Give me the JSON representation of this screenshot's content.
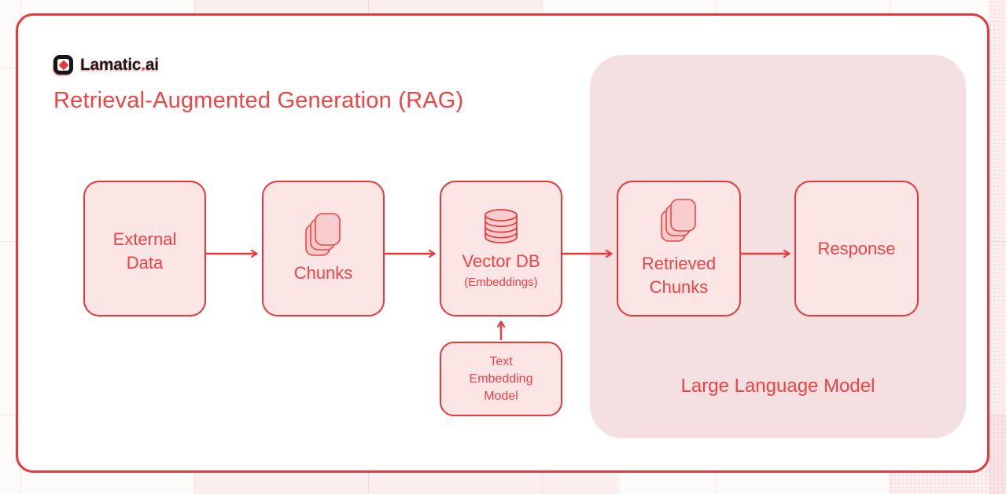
{
  "brand": {
    "name": "Lamatic",
    "dot": ".",
    "suffix": "ai",
    "icon": "lamatic-diamond-icon"
  },
  "title": "Retrieval-Augmented Generation (RAG)",
  "nodes": {
    "external_data": {
      "lines": [
        "External",
        "Data"
      ]
    },
    "chunks": {
      "label": "Chunks",
      "icon": "stacked-cards-icon"
    },
    "vector_db": {
      "label": "Vector DB",
      "sublabel": "(Embeddings)",
      "icon": "database-icon"
    },
    "retrieved_chunks": {
      "lines": [
        "Retrieved",
        "Chunks"
      ],
      "icon": "stacked-cards-icon"
    },
    "response": {
      "label": "Response"
    },
    "text_embedding_model": {
      "lines": [
        "Text",
        "Embedding",
        "Model"
      ]
    }
  },
  "container": {
    "label": "Large Language Model"
  },
  "edges": [
    {
      "from": "external_data",
      "to": "chunks"
    },
    {
      "from": "chunks",
      "to": "vector_db"
    },
    {
      "from": "vector_db",
      "to": "retrieved_chunks"
    },
    {
      "from": "retrieved_chunks",
      "to": "response"
    },
    {
      "from": "text_embedding_model",
      "to": "vector_db"
    }
  ],
  "colors": {
    "accent_red": "#e8383a",
    "text_red": "#ef4444",
    "node_fill": "#fce5e5",
    "icon_fill": "#f8c9c9",
    "llm_container_fill": "#f4dfe1",
    "card_background": "#ffffff",
    "logo_black": "#151515"
  }
}
